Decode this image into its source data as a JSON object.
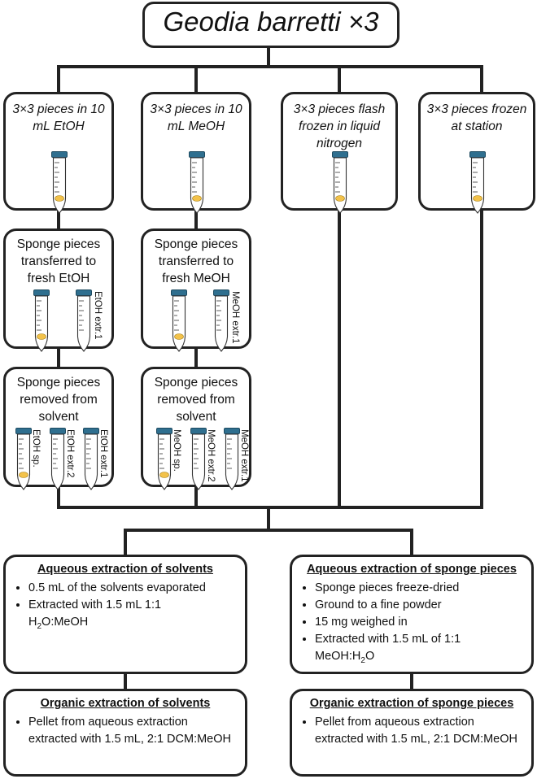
{
  "title": "Geodia barretti ×3",
  "treatments": [
    {
      "label": "3×3 pieces in 10 mL EtOH"
    },
    {
      "label": "3×3 pieces in 10 mL MeOH"
    },
    {
      "label": "3×3 pieces flash frozen in liquid nitrogen"
    },
    {
      "label": "3×3 pieces frozen at station"
    }
  ],
  "transfer_steps": [
    {
      "label": "Sponge pieces transferred to fresh EtOH",
      "tube_label": "EtOH extr.1"
    },
    {
      "label": "Sponge pieces transferred to fresh MeOH",
      "tube_label": "MeOH extr.1"
    }
  ],
  "removal_steps": [
    {
      "label": "Sponge pieces removed from solvent",
      "tube_labels": [
        "EtOH sp.",
        "EtOH extr.2",
        "EtOH extr.1"
      ]
    },
    {
      "label": "Sponge pieces removed from solvent",
      "tube_labels": [
        "MeOH sp.",
        "MeOH extr.2",
        "MeOH extr.1"
      ]
    }
  ],
  "aqueous_solvents": {
    "heading": "Aqueous extraction of solvents",
    "bullets": [
      "0.5 mL of the solvents evaporated",
      "Extracted with 1.5 mL 1:1"
    ],
    "formula": {
      "a": "H",
      "sub": "2",
      "b": "O:MeOH"
    }
  },
  "aqueous_sponge": {
    "heading": "Aqueous extraction of sponge pieces",
    "bullets": [
      "Sponge pieces freeze-dried",
      "Ground to a fine powder",
      "15 mg weighed in",
      "Extracted with 1.5 mL of 1:1"
    ],
    "formula": {
      "a": "MeOH:H",
      "sub": "2",
      "b": "O"
    }
  },
  "organic_solvents": {
    "heading": "Organic extraction of solvents",
    "bullets": [
      "Pellet from aqueous extraction extracted with 1.5 mL, 2:1 DCM:MeOH"
    ]
  },
  "organic_sponge": {
    "heading": "Organic extraction of sponge pieces",
    "bullets": [
      "Pellet from aqueous extraction extracted with 1.5 mL, 2:1 DCM:MeOH"
    ]
  },
  "colors": {
    "line": "#222222",
    "cap": "#2f6f8f",
    "sample": "#f3c24a"
  }
}
